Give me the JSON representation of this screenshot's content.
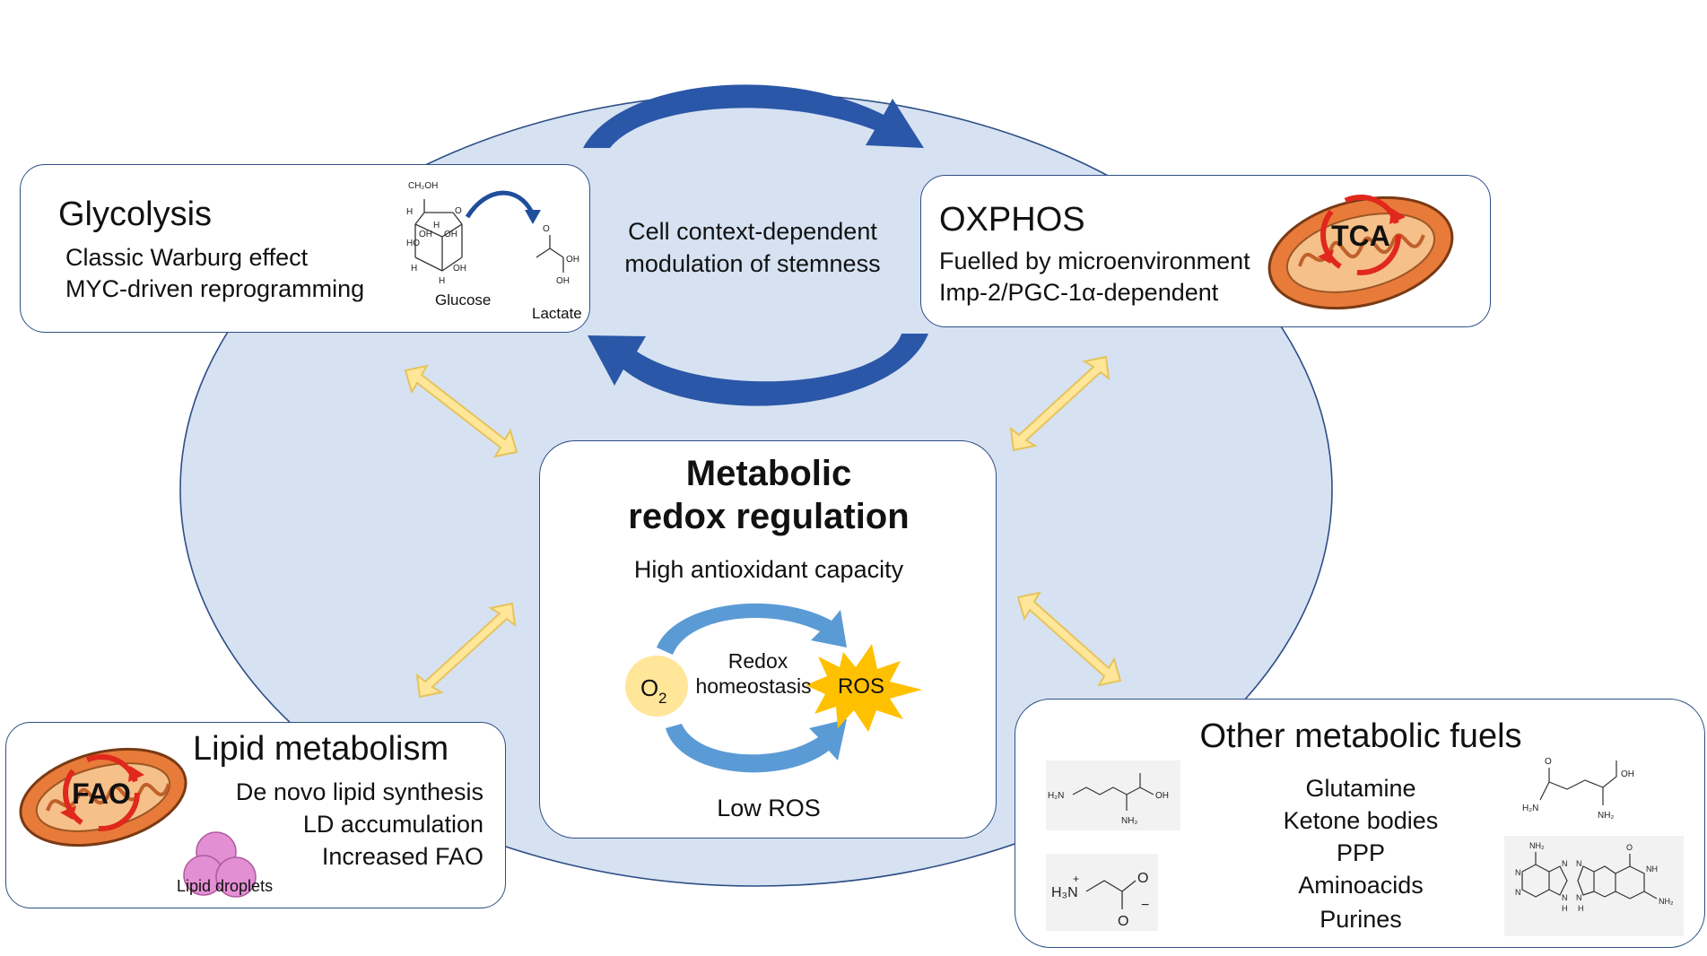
{
  "center_cycle": {
    "label_line1": "Cell context-dependent",
    "label_line2": "modulation of stemness"
  },
  "glycolysis": {
    "title": "Glycolysis",
    "lines": [
      "Classic Warburg effect",
      "MYC-driven reprogramming"
    ],
    "glucose_label": "Glucose",
    "lactate_label": "Lactate",
    "glucose_atoms": [
      "CH₂OH",
      "H",
      "OH",
      "HO",
      "OH",
      "H",
      "H",
      "OH",
      "H",
      "O"
    ],
    "lactate_atoms": [
      "O",
      "OH",
      "OH"
    ]
  },
  "oxphos": {
    "title": "OXPHOS",
    "lines": [
      "Fuelled by microenvironment",
      "Imp-2/PGC-1α-dependent"
    ],
    "cycle_label": "TCA"
  },
  "redox": {
    "title_line1": "Metabolic",
    "title_line2": "redox regulation",
    "top_label": "High antioxidant capacity",
    "bottom_label": "Low ROS",
    "o2_text": "O",
    "o2_sub": "2",
    "homeostasis_line1": "Redox",
    "homeostasis_line2": "homeostasis",
    "ros_label": "ROS"
  },
  "lipid": {
    "title": "Lipid metabolism",
    "lines": [
      "De novo lipid synthesis",
      "LD accumulation",
      "Increased FAO"
    ],
    "cycle_label": "FAO",
    "droplets_label": "Lipid droplets"
  },
  "fuels": {
    "title": "Other metabolic fuels",
    "lines": [
      "Glutamine",
      "Ketone bodies",
      "PPP",
      "Aminoacids",
      "Purines"
    ],
    "lysine_atoms": [
      "H₂N",
      "OH",
      "NH₂"
    ],
    "glutamine_atoms": [
      "O",
      "OH",
      "H₂N",
      "NH₂"
    ],
    "glycine_atoms": [
      "H₃N",
      "+",
      "O",
      "O",
      "−"
    ],
    "purine_atoms": [
      "NH₂",
      "N",
      "N",
      "N",
      "N",
      "H",
      "O",
      "N",
      "NH",
      "N",
      "NH₂",
      "H"
    ]
  },
  "colors": {
    "ellipse_fill": "#d6e2f2",
    "ellipse_stroke": "#2e4f86",
    "dark_blue_arrow": "#2b57a8",
    "yellow_arrow": "#ffe699",
    "yellow_arrow_stroke": "#e6c35c",
    "redox_arrow": "#5b9bd5",
    "o2_fill": "#ffe699",
    "ros_fill": "#ffc000",
    "mito_fill": "#e87b3a",
    "droplet_fill": "#e38fd4",
    "cycle_red": "#e0281c"
  }
}
